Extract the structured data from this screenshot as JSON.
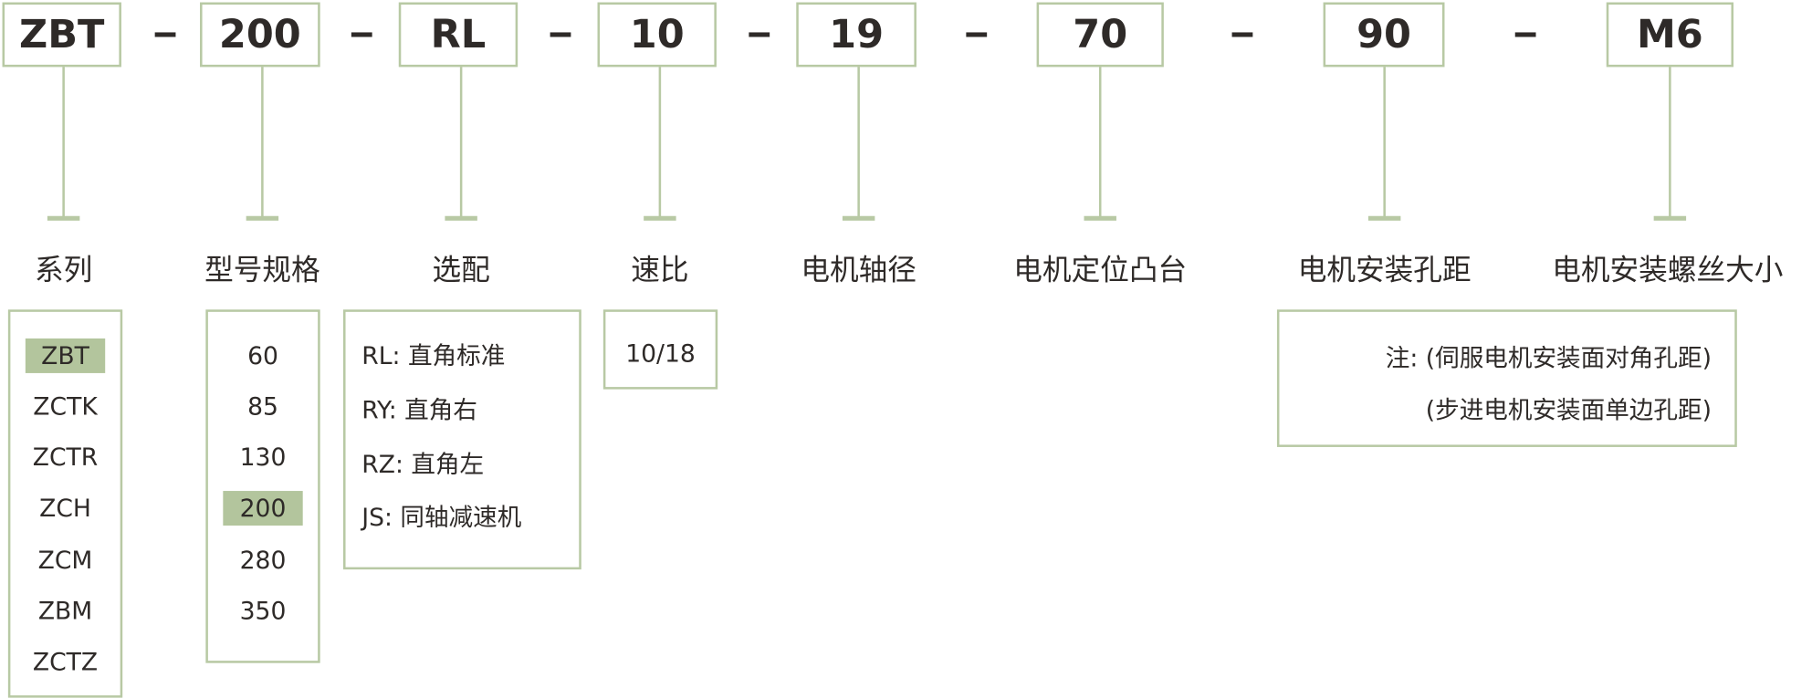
{
  "codes": [
    "ZBT",
    "200",
    "RL",
    "10",
    "19",
    "70",
    "90",
    "M6"
  ],
  "labels": [
    "系列",
    "型号规格",
    "选配",
    "速比",
    "电机轴径",
    "电机定位凸台",
    "电机安装孔距",
    "电机安装螺丝大小"
  ],
  "series_list": {
    "items": [
      "ZBT",
      "ZCTK",
      "ZCTR",
      "ZCH",
      "ZCM",
      "ZBM",
      "ZCTZ"
    ],
    "selected": "ZBT"
  },
  "size_list": {
    "items": [
      "60",
      "85",
      "130",
      "200",
      "280",
      "350"
    ],
    "selected": "200"
  },
  "option_list": {
    "items": [
      "RL: 直角标准",
      "RY: 直角右",
      "RZ: 直角左",
      "JS: 同轴减速机"
    ]
  },
  "ratio_list": {
    "items": [
      "10/18"
    ]
  },
  "note": {
    "line1": "注: (伺服电机安装面对角孔距)",
    "line2": "(步进电机安装面单边孔距)"
  },
  "colors": {
    "accent": "#b8c9a4",
    "highlight": "#b3c59d",
    "text": "#2e2a28"
  }
}
